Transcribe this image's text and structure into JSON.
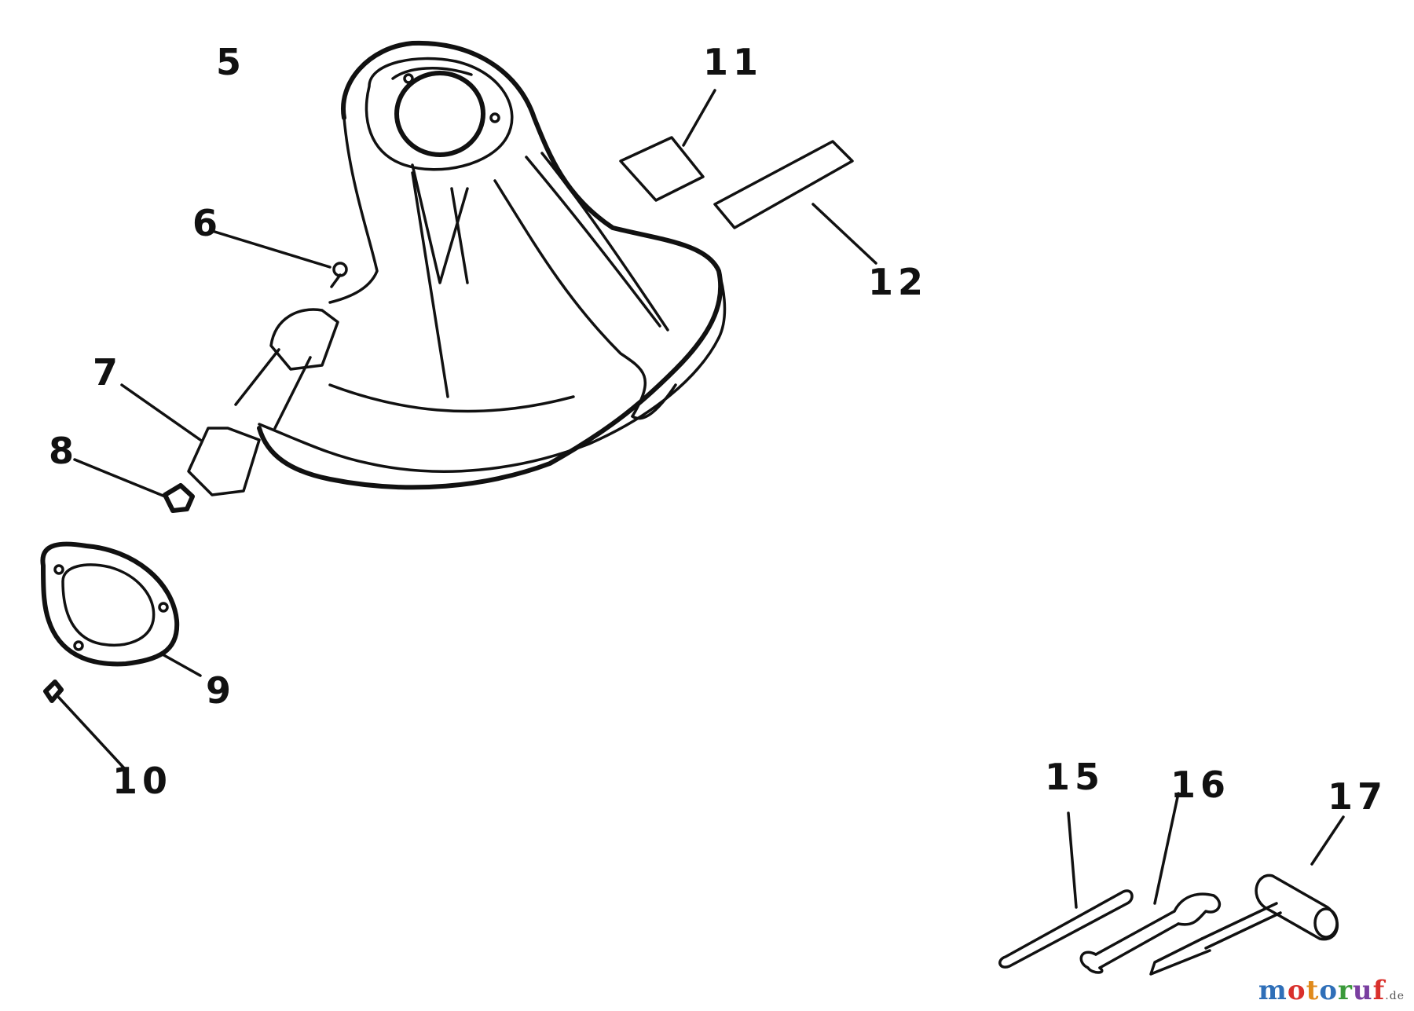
{
  "labels": {
    "p5": "5",
    "p6": "6",
    "p7": "7",
    "p8": "8",
    "p9": "9",
    "p10": "10",
    "p11": "11",
    "p12": "12",
    "p15": "15",
    "p16": "16",
    "p17": "17"
  },
  "watermark": {
    "letters": [
      "m",
      "o",
      "t",
      "o",
      "r",
      "u",
      "f"
    ],
    "letter_colors": [
      "#2f6fb8",
      "#d9302c",
      "#e08a1c",
      "#2f6fb8",
      "#3a9a3a",
      "#7a3fa0",
      "#d9302c"
    ],
    "suffix": ".de",
    "suffix_color": "#555555"
  },
  "colors": {
    "line": "#111111",
    "background": "#ffffff"
  }
}
